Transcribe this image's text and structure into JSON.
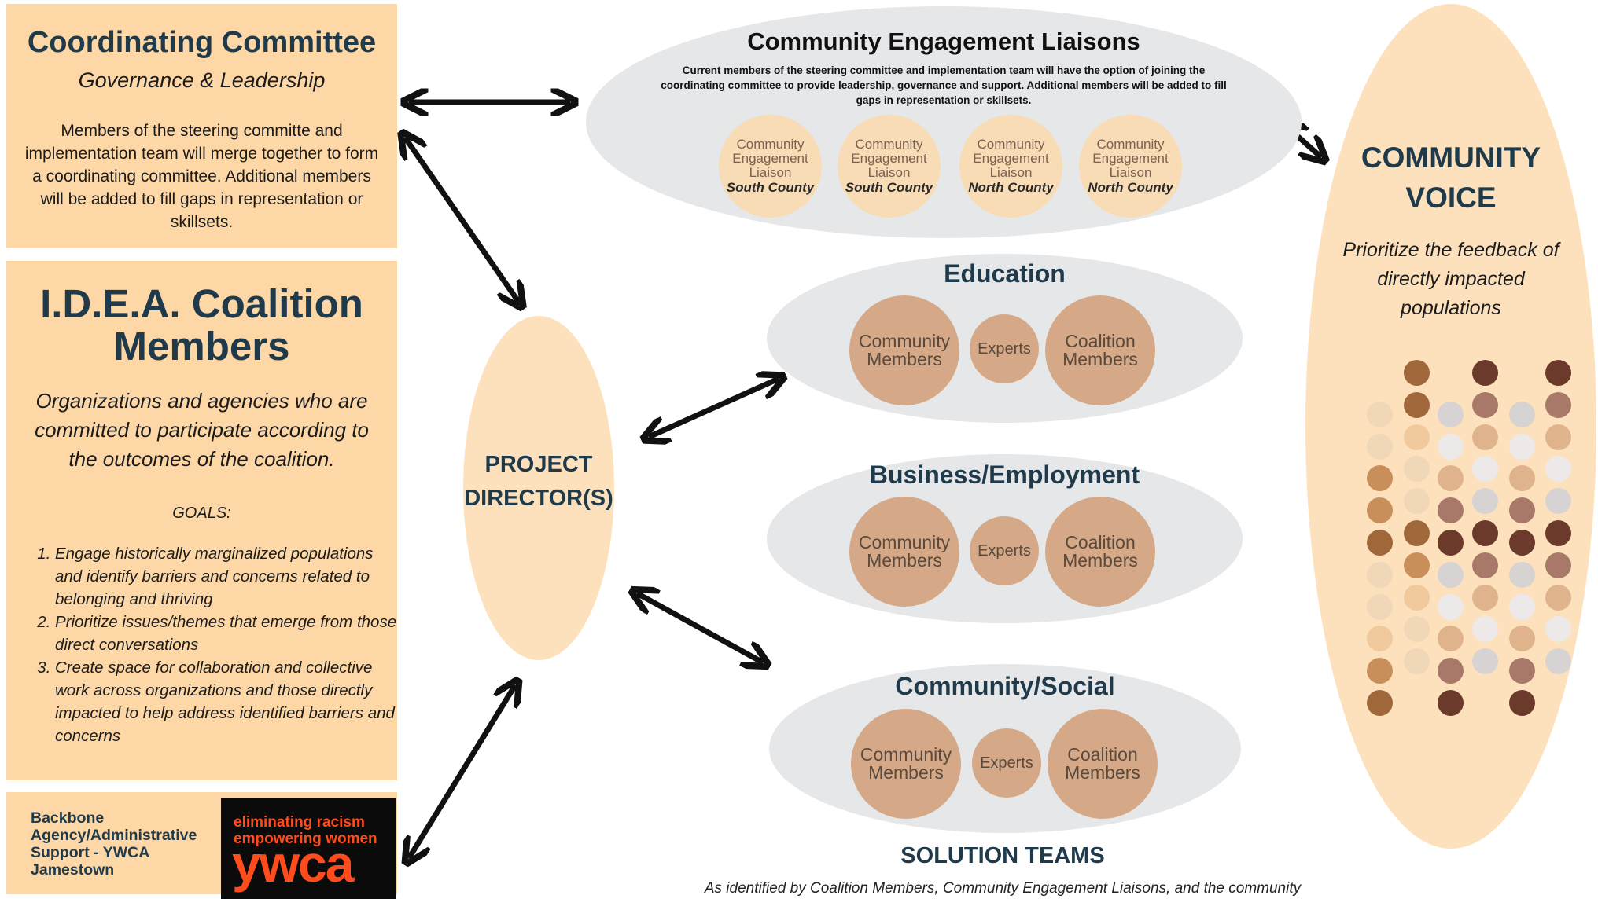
{
  "coordinating_committee": {
    "title": "Coordinating Committee",
    "subtitle": "Governance & Leadership",
    "body": "Members of the steering committe and implementation team will merge together to form a coordinating committee. Additional members will be added to fill gaps in representation or skillsets."
  },
  "idea_coalition": {
    "title": "I.D.E.A. Coalition Members",
    "description": "Organizations and agencies who are committed to participate according to the outcomes of the coalition.",
    "goals_heading": "GOALS:",
    "goals": [
      "Engage historically marginalized populations and identify barriers and concerns related to belonging and thriving",
      "Prioritize issues/themes that emerge from those direct conversations",
      "Create space for collaboration and collective work across organizations and those directly impacted to help address identified barriers and concerns"
    ]
  },
  "backbone": {
    "text": "Backbone Agency/Administrative Support - YWCA Jamestown",
    "logo_tagline_1": "eliminating racism",
    "logo_tagline_2": "empowering women",
    "logo_brand": "ywca"
  },
  "community_engagement_liaisons": {
    "title": "Community Engagement Liaisons",
    "description": "Current members of the steering committee and implementation team will have the option of joining the coordinating committee to provide leadership, governance and support. Additional members will be added to fill gaps in representation or skillsets.",
    "liaisons": [
      {
        "l1": "Community",
        "l2": "Engagement",
        "l3": "Liaison",
        "region": "South County"
      },
      {
        "l1": "Community",
        "l2": "Engagement",
        "l3": "Liaison",
        "region": "South County"
      },
      {
        "l1": "Community",
        "l2": "Engagement",
        "l3": "Liaison",
        "region": "North County"
      },
      {
        "l1": "Community",
        "l2": "Engagement",
        "l3": "Liaison",
        "region": "North County"
      }
    ]
  },
  "project_director": {
    "line1": "PROJECT",
    "line2": "DIRECTOR(S)"
  },
  "solution_teams": {
    "label": "SOLUTION TEAMS",
    "note": "As identified by Coalition Members, Community Engagement Liaisons, and the community",
    "teams": [
      {
        "title": "Education",
        "community": "Community Members",
        "experts": "Experts",
        "coalition": "Coalition Members"
      },
      {
        "title": "Business/Employment",
        "community": "Community Members",
        "experts": "Experts",
        "coalition": "Coalition Members"
      },
      {
        "title": "Community/Social",
        "community": "Community Members",
        "experts": "Experts",
        "coalition": "Coalition Members"
      }
    ]
  },
  "community_voice": {
    "line1": "COMMUNITY",
    "line2": "VOICE",
    "description": "Prioritize the feedback of directly impacted populations",
    "dot_colors": {
      "dark": "#6b3a2a",
      "brown": "#a0673b",
      "tan": "#c98f5a",
      "mauve": "#a87868",
      "light_tan": "#dfb48d",
      "peach": "#f0c99c",
      "pale": "#efd7b8",
      "grey": "#d6d3d2",
      "white": "#ece9e8"
    }
  },
  "colors": {
    "panel": "#fdd7a6",
    "title_teal": "#1f3a4a",
    "grey_ellipse": "#e6e7e9",
    "circle_tan": "#d5a987",
    "ywca_orange": "#ff4c1c"
  }
}
